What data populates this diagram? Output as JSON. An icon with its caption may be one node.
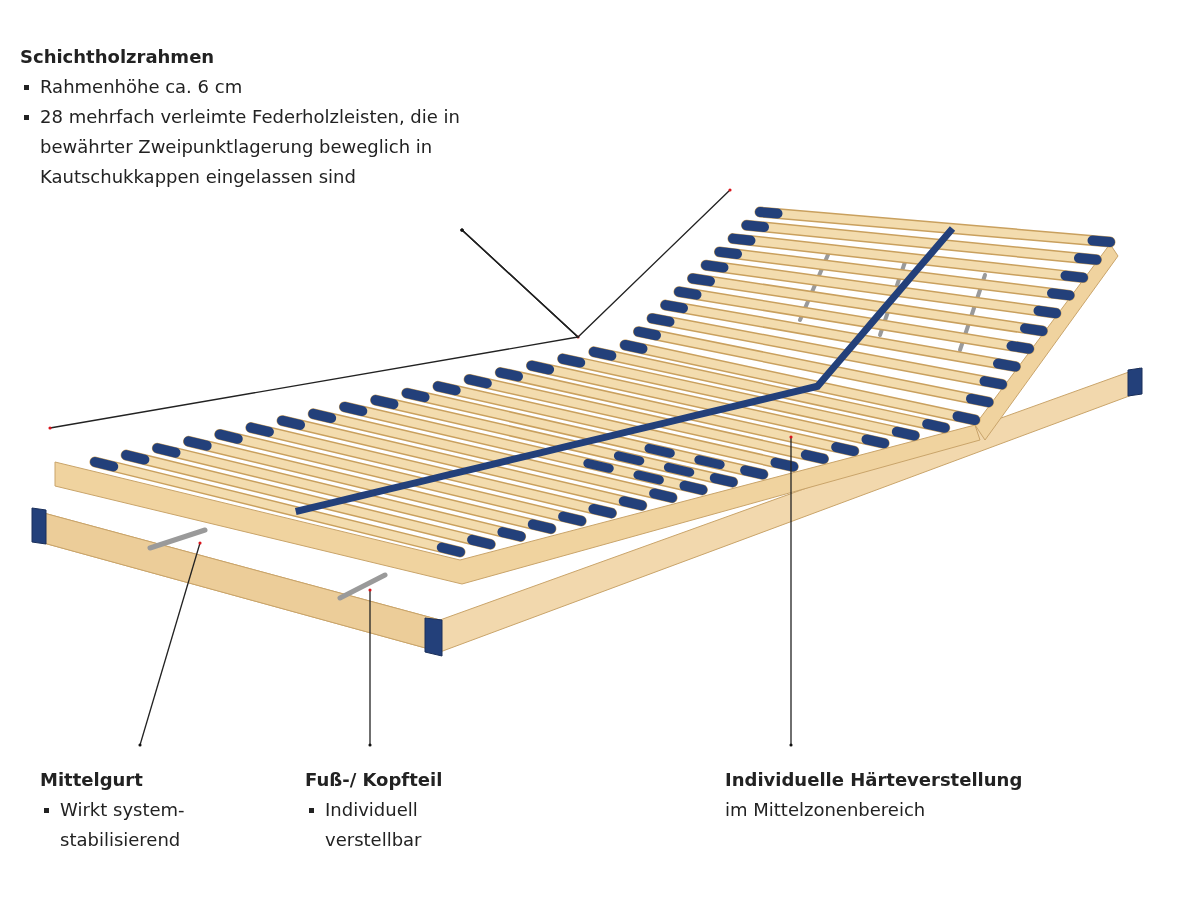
{
  "diagram": {
    "nodes": [
      {
        "text": [
          "Schichtholzrahmen",
          "Rahmenhöhe ca. 6 cm",
          "28 mehrfach verleimte Federholzleisten, die in bewährter Zweipunktlagerung beweglich in Kautschukkappen eingelassen sind"
        ]
      },
      {
        "text": [
          "Mittelgurt",
          "Wirkt system- stabilisierend"
        ]
      },
      {
        "text": [
          "Fuß-/ Kopfteil",
          "Individuell verstellbar"
        ]
      },
      {
        "text": [
          "Individuelle Härteverstellung",
          "im Mittelzonenbereich"
        ]
      }
    ],
    "edges": [
      {
        "from": 0,
        "to": null,
        "arrow": "other"
      },
      {
        "from": 0,
        "to": null,
        "arrow": "other"
      },
      {
        "from": 0,
        "to": null,
        "arrow": "other"
      },
      {
        "from": 1,
        "to": null,
        "arrow": "other"
      },
      {
        "from": 2,
        "to": null,
        "arrow": "other"
      },
      {
        "from": 3,
        "to": null,
        "arrow": "other"
      }
    ]
  }
}
